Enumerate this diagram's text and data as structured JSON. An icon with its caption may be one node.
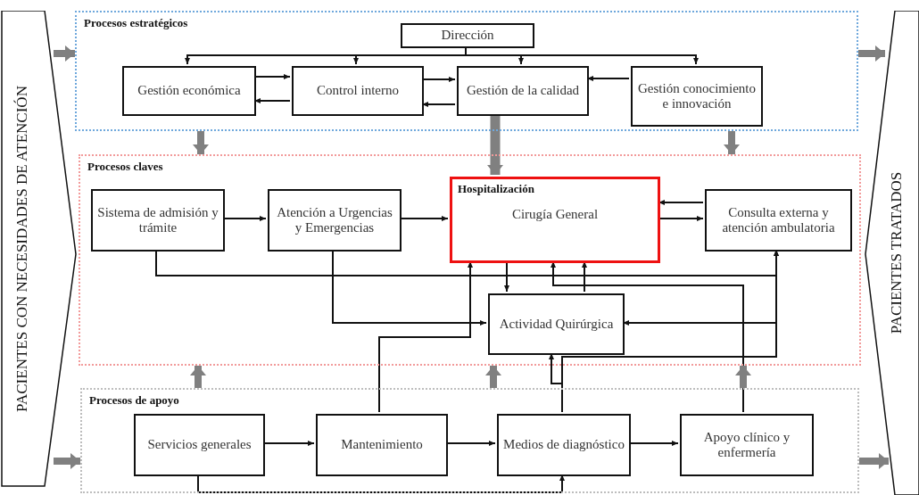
{
  "diagram": {
    "nodes": [
      {
        "text": [
          "PACIENTES CON NECESIDADES DE ATENCIÓN"
        ]
      },
      {
        "text": [
          "PACIENTES TRATADOS"
        ]
      },
      {
        "text": [
          "Procesos estratégicos"
        ]
      },
      {
        "text": [
          "Dirección"
        ],
        "in": 2
      },
      {
        "text": [
          "Gestión económica"
        ],
        "in": 2
      },
      {
        "text": [
          "Control interno"
        ],
        "in": 2
      },
      {
        "text": [
          "Gestión de la calidad"
        ],
        "in": 2
      },
      {
        "text": [
          "Gestión conocimiento e innovación"
        ],
        "in": 2
      },
      {
        "text": [
          "Procesos claves"
        ]
      },
      {
        "text": [
          "Sistema de admisión y trámite"
        ],
        "in": 8
      },
      {
        "text": [
          "Atención a Urgencias y Emergencias"
        ],
        "in": 8
      },
      {
        "text": [
          "Hospitalización",
          "Cirugía General"
        ],
        "in": 8
      },
      {
        "text": [
          "Consulta externa y atención ambulatoria"
        ],
        "in": 8
      },
      {
        "text": [
          "Actividad Quirúrgica"
        ],
        "in": 8
      },
      {
        "text": [
          "Procesos de apoyo"
        ]
      },
      {
        "text": [
          "Servicios generales"
        ],
        "in": 14
      },
      {
        "text": [
          "Mantenimiento"
        ],
        "in": 14
      },
      {
        "text": [
          "Medios de diagnóstico"
        ],
        "in": 14
      },
      {
        "text": [
          "Apoyo clínico y enfermería"
        ],
        "in": 14
      }
    ],
    "edges": [
      {
        "from": 3,
        "to": 4,
        "arrow": "to"
      },
      {
        "from": 3,
        "to": 5,
        "arrow": "to"
      },
      {
        "from": 3,
        "to": 6,
        "arrow": "to"
      },
      {
        "from": 3,
        "to": 7,
        "arrow": "to"
      },
      {
        "from": 4,
        "to": 5,
        "arrow": "to"
      },
      {
        "from": 5,
        "to": 4,
        "arrow": "to"
      },
      {
        "from": 5,
        "to": 6,
        "arrow": "to"
      },
      {
        "from": 6,
        "to": 5,
        "arrow": "to"
      },
      {
        "from": 7,
        "to": 6,
        "arrow": "to"
      },
      {
        "from": 6,
        "to": 11,
        "arrow": "to",
        "style": "thick",
        "color": "#808080"
      },
      {
        "from": 9,
        "to": 10,
        "arrow": "to"
      },
      {
        "from": 10,
        "to": 11,
        "arrow": "to"
      },
      {
        "from": 12,
        "to": 11,
        "arrow": "to"
      },
      {
        "from": 11,
        "to": 12,
        "arrow": "to"
      },
      {
        "from": 9,
        "to": 12,
        "arrow": "to"
      },
      {
        "from": 10,
        "to": 13,
        "arrow": "to"
      },
      {
        "from": 11,
        "to": 13,
        "arrow": "to"
      },
      {
        "from": 13,
        "to": 11,
        "arrow": "to"
      },
      {
        "from": 16,
        "to": 11,
        "arrow": "to"
      },
      {
        "from": 18,
        "to": 11,
        "arrow": "to"
      },
      {
        "from": 17,
        "to": 13,
        "arrow": "to"
      },
      {
        "from": 17,
        "to": 12,
        "arrow": "to"
      },
      {
        "from": 9,
        "to": 13,
        "arrow": "to"
      },
      {
        "from": 15,
        "to": 16,
        "arrow": "to"
      },
      {
        "from": 16,
        "to": 17,
        "arrow": "to"
      },
      {
        "from": 17,
        "to": 18,
        "arrow": "to"
      },
      {
        "from": 15,
        "to": 17,
        "arrow": "to"
      },
      {
        "from": 2,
        "to": 8,
        "arrow": "to",
        "style": "thick",
        "color": "#808080"
      },
      {
        "from": 2,
        "to": 8,
        "arrow": "to",
        "style": "thick",
        "color": "#808080"
      },
      {
        "from": 14,
        "to": 8,
        "arrow": "to",
        "style": "thick",
        "color": "#808080"
      },
      {
        "from": 14,
        "to": 8,
        "arrow": "to",
        "style": "thick",
        "color": "#808080"
      },
      {
        "from": 14,
        "to": 8,
        "arrow": "to",
        "style": "thick",
        "color": "#808080"
      },
      {
        "from": 0,
        "to": 2,
        "arrow": "to",
        "style": "thick",
        "color": "#808080"
      },
      {
        "from": 0,
        "to": 14,
        "arrow": "to",
        "style": "thick",
        "color": "#808080"
      },
      {
        "from": 2,
        "to": 1,
        "arrow": "to",
        "style": "thick",
        "color": "#808080"
      },
      {
        "from": 14,
        "to": 1,
        "arrow": "to",
        "style": "thick",
        "color": "#808080"
      }
    ]
  }
}
